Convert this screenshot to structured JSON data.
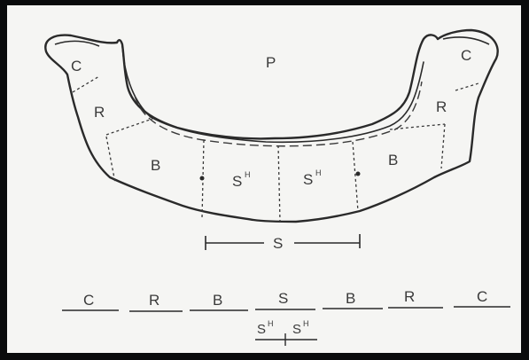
{
  "diagram": {
    "labels": {
      "region_p": "P",
      "condyle_left": "C",
      "condyle_right": "C",
      "ramus_left": "R",
      "ramus_right": "R",
      "body_left": "B",
      "body_right": "B",
      "symphysis_half_left": "S",
      "symphysis_half_left_sup": "H",
      "symphysis_half_right": "S",
      "symphysis_half_right_sup": "H",
      "symphysis_span": "S"
    },
    "notation": {
      "row": [
        "C",
        "R",
        "B",
        "S",
        "B",
        "R",
        "C"
      ],
      "sub_left": "S",
      "sub_left_sup": "H",
      "sub_right": "S",
      "sub_right_sup": "H"
    }
  }
}
